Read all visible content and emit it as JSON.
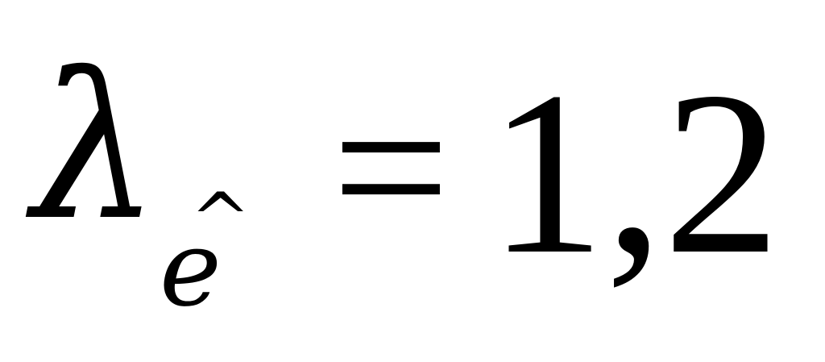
{
  "formula": {
    "symbol": "λ",
    "subscript": "e",
    "accent": "^",
    "operator": "=",
    "value": "1,2"
  }
}
